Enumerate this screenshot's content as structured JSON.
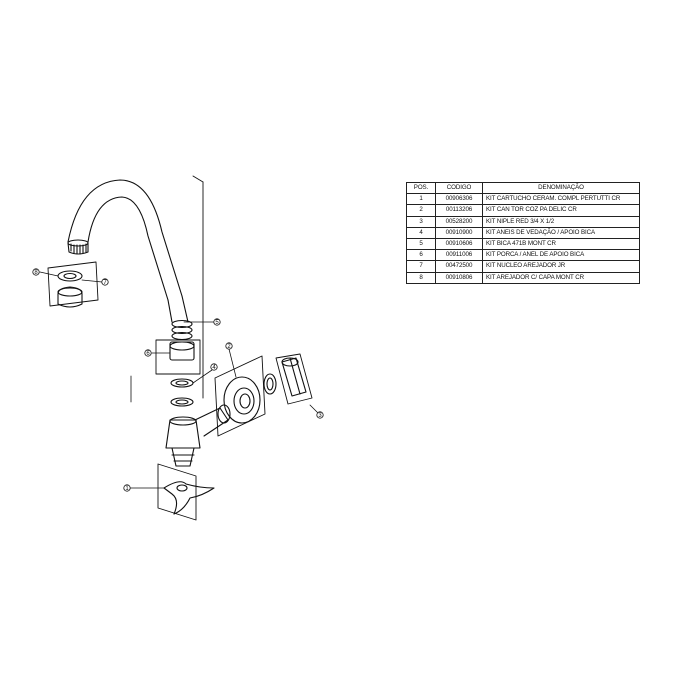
{
  "parts_table": {
    "headers": {
      "pos": "POS.",
      "code": "CODIGO",
      "description": "DENOMINAÇÃO"
    },
    "rows": [
      {
        "pos": "1",
        "code": "00906306",
        "description": "KIT CARTUCHO CERAM. COMPL PERTUTTI CR"
      },
      {
        "pos": "2",
        "code": "00113206",
        "description": "KIT CAN TOR COZ PA DELIC CR"
      },
      {
        "pos": "3",
        "code": "00528200",
        "description": "KIT NIPLE RED 3/4 X 1/2"
      },
      {
        "pos": "4",
        "code": "00910900",
        "description": "KIT ANEIS DE VEDAÇÃO / APOIO BICA"
      },
      {
        "pos": "5",
        "code": "00910606",
        "description": "KIT BICA 471B MONT CR"
      },
      {
        "pos": "6",
        "code": "00911006",
        "description": "KIT PORCA / ANEL DE APOIO BICA"
      },
      {
        "pos": "7",
        "code": "00472500",
        "description": "KIT NUCLEO AREJADOR JR"
      },
      {
        "pos": "8",
        "code": "00910806",
        "description": "KIT AREJADOR C/ CAPA MONT CR"
      }
    ]
  },
  "callouts": [
    "8",
    "7",
    "5",
    "6",
    "4",
    "2",
    "3",
    "1"
  ]
}
